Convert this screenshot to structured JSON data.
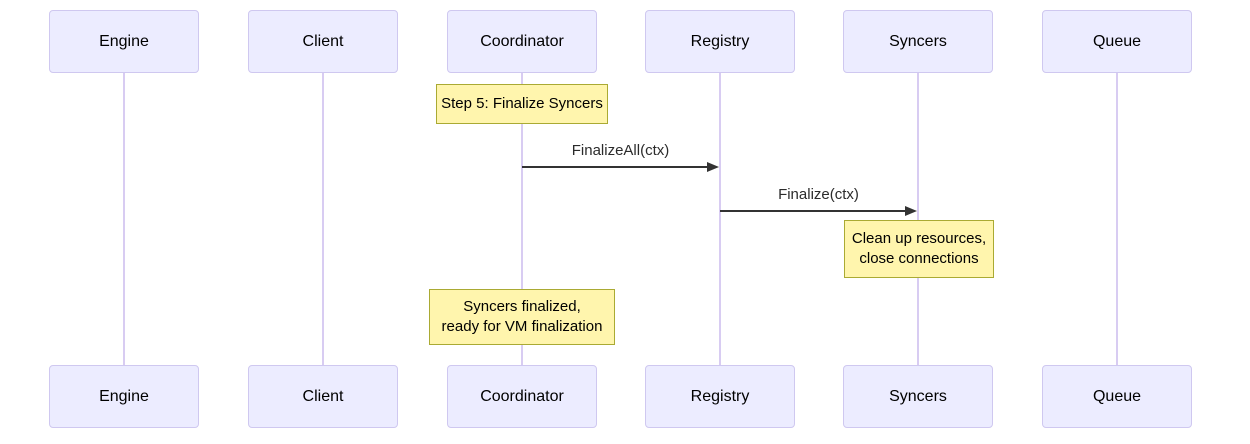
{
  "diagram": {
    "type": "sequence-diagram",
    "participants": [
      {
        "name": "Engine"
      },
      {
        "name": "Client"
      },
      {
        "name": "Coordinator"
      },
      {
        "name": "Registry"
      },
      {
        "name": "Syncers"
      },
      {
        "name": "Queue"
      }
    ],
    "messages": [
      {
        "from": "Coordinator",
        "to": "Registry",
        "label": "FinalizeAll(ctx)",
        "line_style": "solid",
        "arrowhead": "filled"
      },
      {
        "from": "Registry",
        "to": "Syncers",
        "label": "Finalize(ctx)",
        "line_style": "solid",
        "arrowhead": "filled"
      }
    ],
    "notes": [
      {
        "over": "Coordinator",
        "lines": [
          "Step 5: Finalize Syncers"
        ]
      },
      {
        "over": "Syncers",
        "lines": [
          "Clean up resources,",
          "close connections"
        ]
      },
      {
        "over": "Coordinator",
        "lines": [
          "Syncers finalized,",
          "ready for VM finalization"
        ]
      }
    ],
    "colors": {
      "actor_fill": "#ECECFF",
      "actor_border": "#CFC8F0",
      "lifeline": "#D8CCF2",
      "note_fill": "#FFF5AD",
      "note_border": "#AAAA33",
      "message_line": "#333333",
      "text": "#000000"
    }
  }
}
